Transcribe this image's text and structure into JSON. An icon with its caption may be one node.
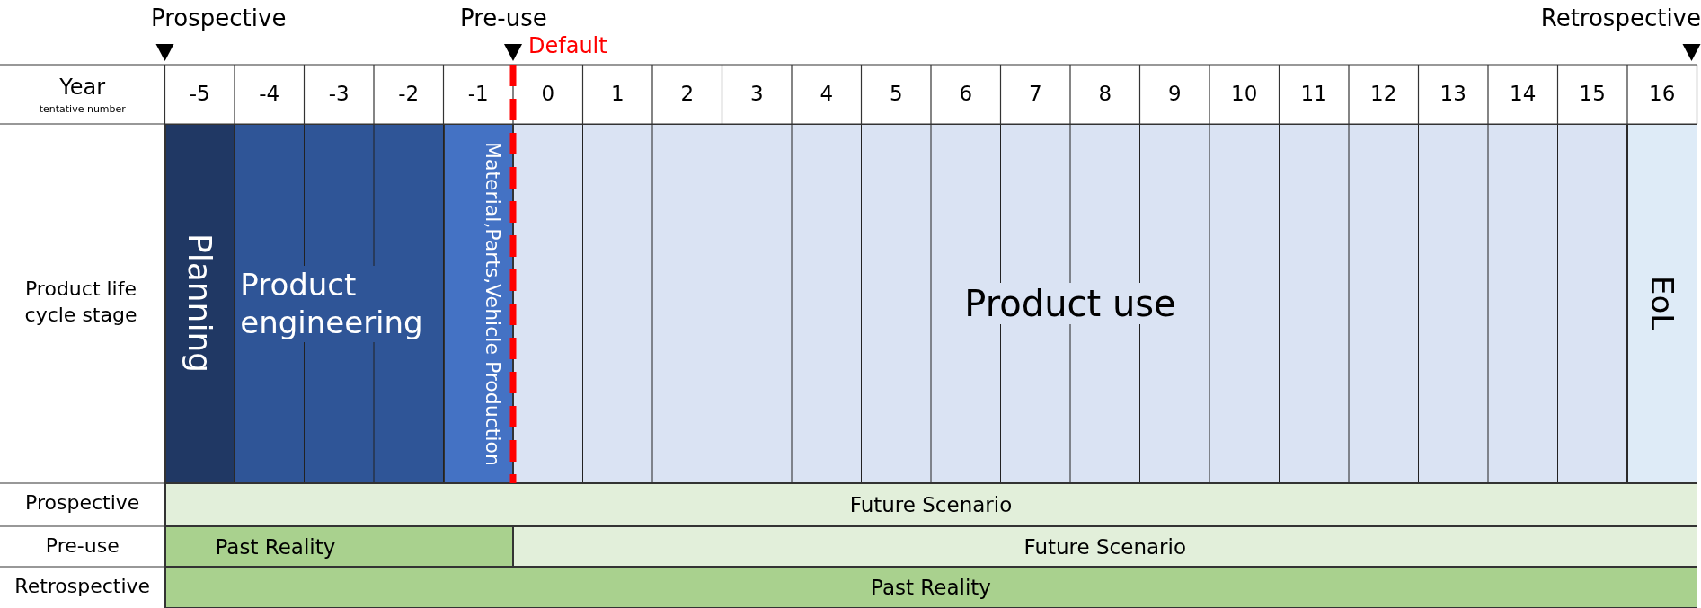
{
  "diagram": {
    "nodes": [
      {
        "text": [
          "Planning"
        ]
      },
      {
        "text": [
          "Product engineering"
        ]
      },
      {
        "text": [
          "Material,Parts,Vehicle Production"
        ]
      },
      {
        "text": [
          "Product use"
        ]
      },
      {
        "text": [
          "EoL"
        ]
      },
      {
        "text": [
          "Future Scenario"
        ]
      },
      {
        "text": [
          "Past Reality"
        ]
      },
      {
        "text": [
          "Future Scenario"
        ]
      },
      {
        "text": [
          "Past Reality"
        ]
      }
    ],
    "labels": [
      "Prospective",
      "Pre-use",
      "Default",
      "Retrospective",
      "Year",
      "tentative number",
      "-5",
      "-4",
      "-3",
      "-2",
      "-1",
      "0",
      "1",
      "2",
      "3",
      "4",
      "5",
      "6",
      "7",
      "8",
      "9",
      "10",
      "11",
      "12",
      "13",
      "14",
      "15",
      "16",
      "Product life cycle stage",
      "Prospective",
      "Pre-use",
      "Retrospective"
    ]
  }
}
